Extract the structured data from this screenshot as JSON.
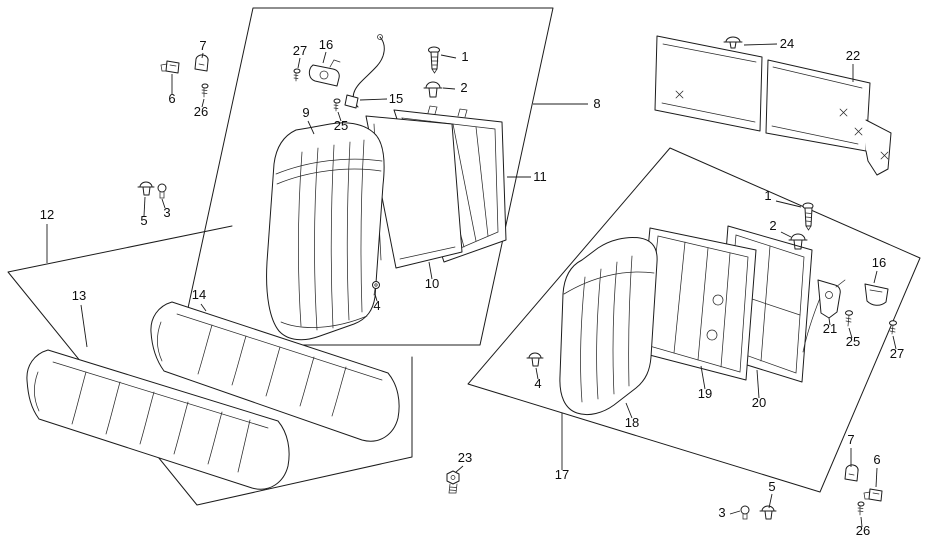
{
  "page": {
    "background_color": "#ffffff",
    "line_color": "#1c1c1c",
    "label_color": "#0d0d0d"
  },
  "callouts": [
    {
      "label": "7"
    },
    {
      "label": "27"
    },
    {
      "label": "16"
    },
    {
      "label": "1"
    },
    {
      "label": "2"
    },
    {
      "label": "24"
    },
    {
      "label": "22"
    },
    {
      "label": "6"
    },
    {
      "label": "26"
    },
    {
      "label": "15"
    },
    {
      "label": "8"
    },
    {
      "label": "9"
    },
    {
      "label": "25"
    },
    {
      "label": "11"
    },
    {
      "label": "5"
    },
    {
      "label": "3"
    },
    {
      "label": "12"
    },
    {
      "label": "1"
    },
    {
      "label": "2"
    },
    {
      "label": "16"
    },
    {
      "label": "10"
    },
    {
      "label": "4"
    },
    {
      "label": "13"
    },
    {
      "label": "14"
    },
    {
      "label": "21"
    },
    {
      "label": "25"
    },
    {
      "label": "27"
    },
    {
      "label": "4"
    },
    {
      "label": "19"
    },
    {
      "label": "20"
    },
    {
      "label": "18"
    },
    {
      "label": "17"
    },
    {
      "label": "23"
    },
    {
      "label": "7"
    },
    {
      "label": "6"
    },
    {
      "label": "3"
    },
    {
      "label": "5"
    },
    {
      "label": "26"
    }
  ]
}
